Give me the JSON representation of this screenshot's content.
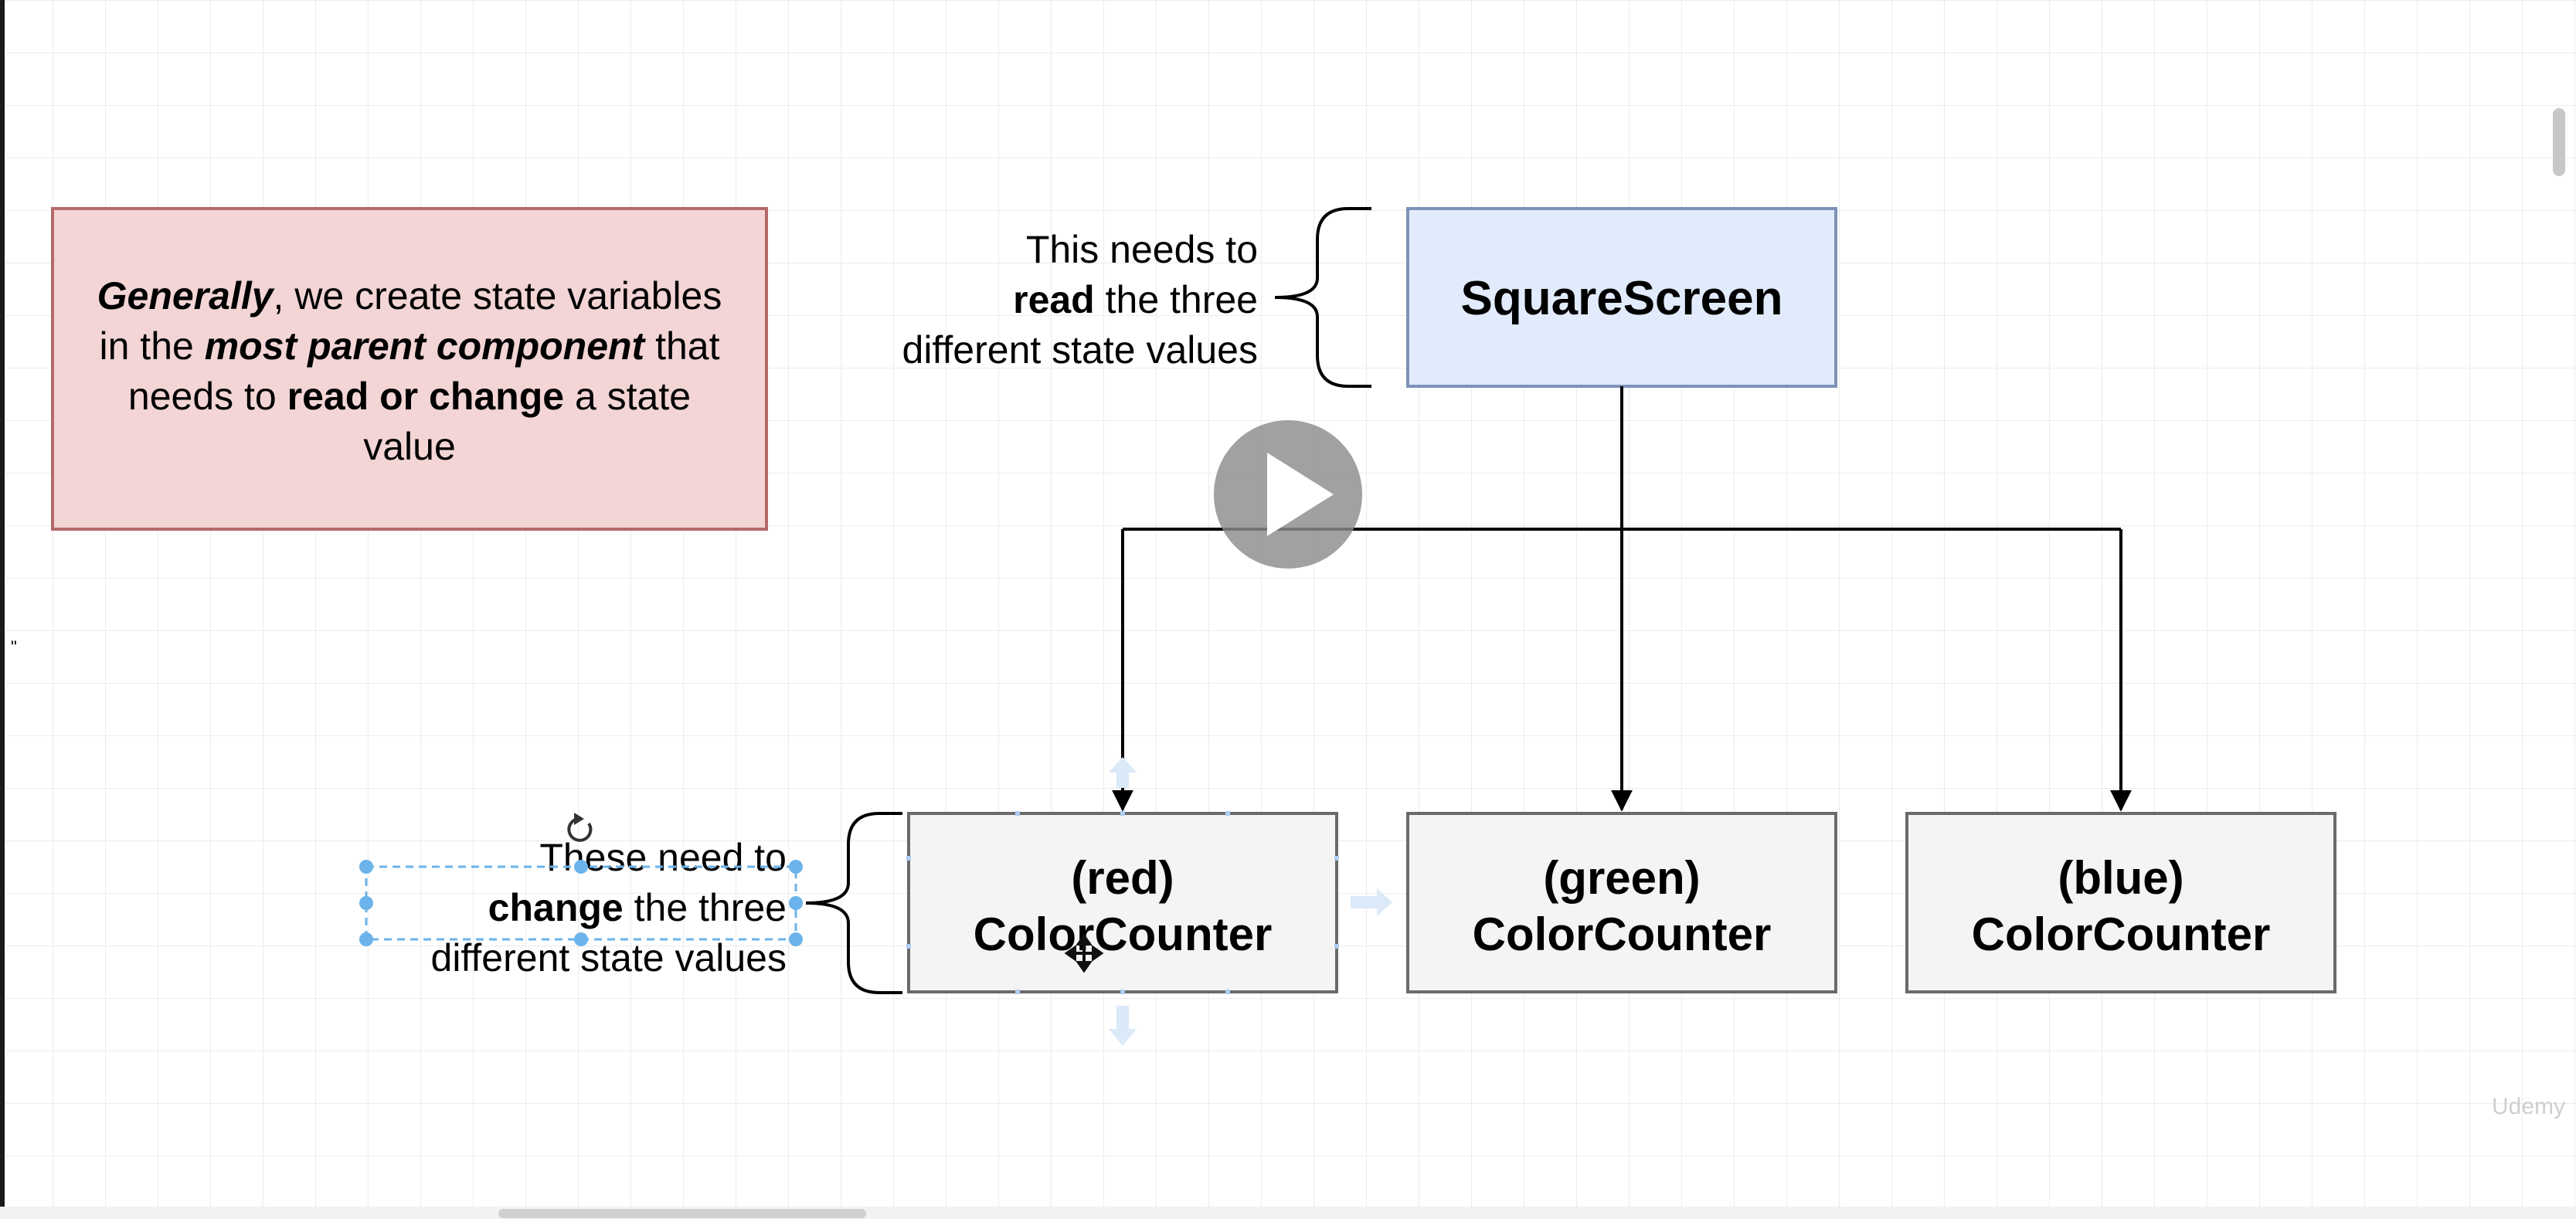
{
  "note": {
    "line1_bold_italic": "Generally",
    "line1_rest": ", we create state variables",
    "line2_pre": "in the ",
    "line2_bold_italic": "most parent component",
    "line2_post": " that",
    "line3_pre": "needs to ",
    "line3_bold": "read or change",
    "line3_post": " a state",
    "line4": "value",
    "colors": {
      "fill": "#f3d5d5",
      "border": "#b36a68"
    }
  },
  "parent": {
    "label": "SquareScreen",
    "annotation": {
      "line1": "This needs to",
      "line2_bold": "read",
      "line2_rest": " the three",
      "line3": "different state values"
    },
    "colors": {
      "fill": "#e1ebfb",
      "border": "#7d92b8"
    }
  },
  "children": [
    {
      "line1": "(red)",
      "line2": "ColorCounter"
    },
    {
      "line1": "(green)",
      "line2": "ColorCounter"
    },
    {
      "line1": "(blue)",
      "line2": "ColorCounter"
    }
  ],
  "children_annotation": {
    "line1": "These need to",
    "line2_bold": "change",
    "line2_rest": " the three",
    "line3": "different state values"
  },
  "child_colors": {
    "fill": "#f4f4f4",
    "border": "#6a6a6a"
  },
  "controls": {
    "play": "play-icon",
    "watermark": "Udemy"
  }
}
